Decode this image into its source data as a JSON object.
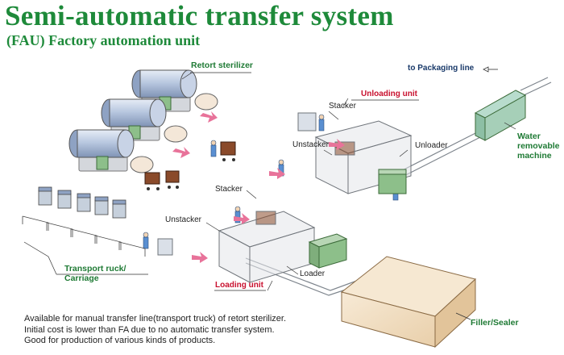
{
  "header": {
    "title": "Semi-automatic transfer system",
    "subtitle": "(FAU) Factory automation unit"
  },
  "labels": {
    "retort_sterilizer": "Retort sterilizer",
    "to_packaging_line": "to Packaging line",
    "unloading_unit": "Unloading unit",
    "stacker_top": "Stacker",
    "unstacker_top": "Unstacker",
    "unloader": "Unloader",
    "water_removable_machine": [
      "Water",
      "removable",
      "machine"
    ],
    "stacker_bottom": "Stacker",
    "unstacker_bottom": "Unstacker",
    "loader": "Loader",
    "loading_unit": "Loading unit",
    "transport_truck_carriage": [
      "Transport ruck/",
      "Carriage"
    ],
    "filler_sealer": "Filler/Sealer"
  },
  "description": [
    "Available for manual transfer line(transport truck) of retort sterilizer.",
    "Initial cost is lower than FA due to no automatic transfer system.",
    "Good for production of various kinds of products."
  ],
  "colors": {
    "title_green": "#1e8a3a",
    "label_green": "#1e7a34",
    "label_red": "#c8102e",
    "tank_blue": "#aebfd9",
    "frame_gray": "#c9ccd1",
    "panel_green": "#8dbf8a",
    "arrow_pink": "#e8739a",
    "box_tan": "#f0dcc0",
    "crate_brown": "#8a4a2a"
  }
}
